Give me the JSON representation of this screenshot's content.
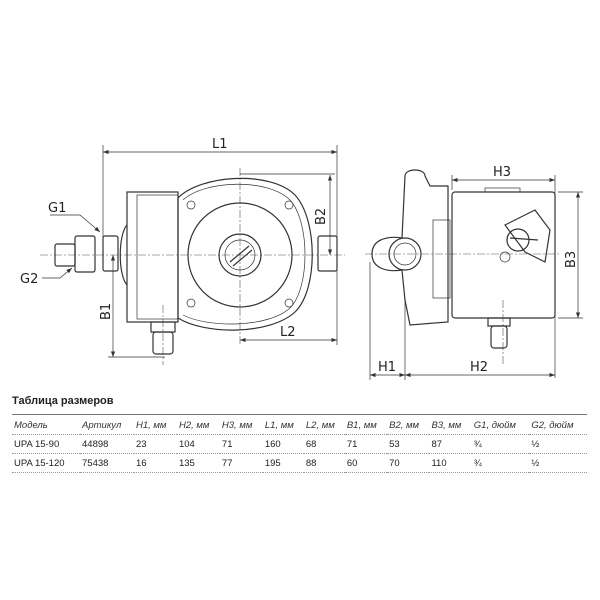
{
  "drawing": {
    "labels": {
      "L1": "L1",
      "L2": "L2",
      "B1": "B1",
      "B2": "B2",
      "B3": "B3",
      "G1": "G1",
      "G2": "G2",
      "H1": "H1",
      "H2": "H2",
      "H3": "H3"
    }
  },
  "table": {
    "title": "Таблица размеров",
    "headers": [
      "Модель",
      "Артикул",
      "H1, мм",
      "H2, мм",
      "H3, мм",
      "L1, мм",
      "L2, мм",
      "B1, мм",
      "B2, мм",
      "B3, мм",
      "G1, дюйм",
      "G2, дюйм"
    ],
    "rows": [
      [
        "UPA 15-90",
        "44898",
        "23",
        "104",
        "71",
        "160",
        "68",
        "71",
        "53",
        "87",
        "¾",
        "½"
      ],
      [
        "UPA 15-120",
        "75438",
        "16",
        "135",
        "77",
        "195",
        "88",
        "60",
        "70",
        "110",
        "¾",
        "½"
      ]
    ]
  }
}
